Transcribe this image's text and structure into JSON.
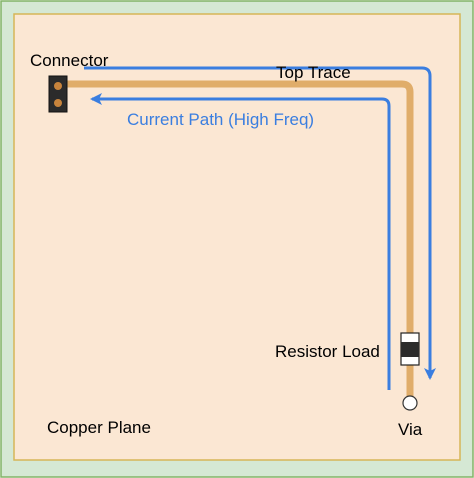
{
  "labels": {
    "connector": "Connector",
    "top_trace": "Top Trace",
    "current_path": "Current Path (High Freq)",
    "resistor_load": "Resistor Load",
    "copper_plane": "Copper Plane",
    "via": "Via"
  },
  "colors": {
    "board_fill": "#d5e8d4",
    "board_stroke": "#82b366",
    "plane_fill": "#fbe7d3",
    "plane_stroke": "#d6b656",
    "trace": "#e0ad6a",
    "current_arrow": "#3a7ee0",
    "connector_body": "#2b2b2b",
    "connector_pin": "#c8843c"
  }
}
